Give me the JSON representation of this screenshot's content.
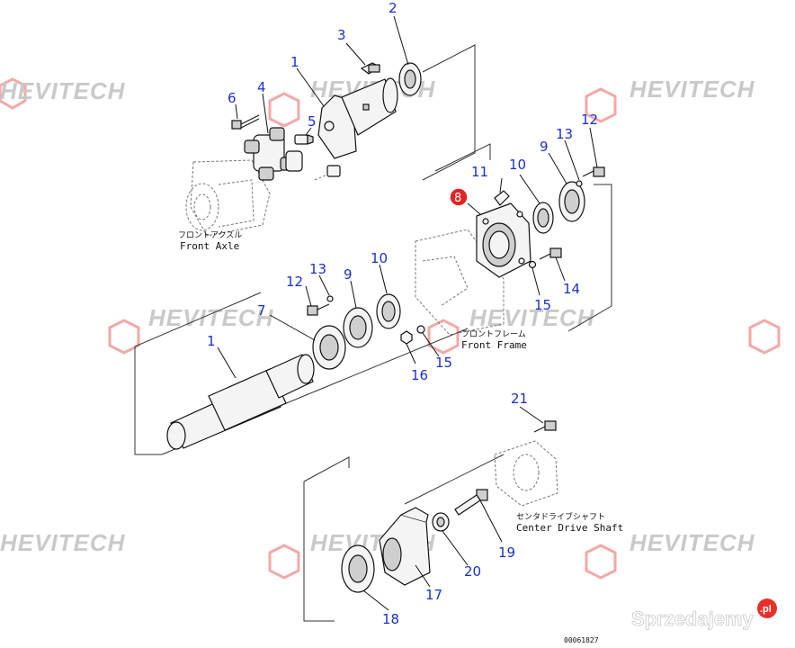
{
  "watermark": {
    "text": "HEVITECH"
  },
  "labels": {
    "l1_top": "1",
    "l2": "2",
    "l3": "3",
    "l4": "4",
    "l5": "5",
    "l6": "6",
    "l8": "8",
    "l9_right": "9",
    "l10_right": "10",
    "l11": "11",
    "l12_right": "12",
    "l13_right": "13",
    "l14": "14",
    "l15_right": "15",
    "l12_left": "12",
    "l13_left": "13",
    "l9_left": "9",
    "l10_left": "10",
    "l7": "7",
    "l1_mid": "1",
    "l16": "16",
    "l15_left": "15",
    "l21": "21",
    "l19": "19",
    "l20": "20",
    "l17": "17",
    "l18": "18"
  },
  "notes": {
    "front_axle_jp": "フロントアクスル",
    "front_axle_en": "Front Axle",
    "front_frame_jp": "フロントフレーム",
    "front_frame_en": "Front Frame",
    "center_shaft_jp": "センタドライブシャフト",
    "center_shaft_en": "Center Drive Shaft"
  },
  "drawing_code": "00061827",
  "site": {
    "name": "Sprzedajemy",
    "badge": ".pl"
  },
  "colors": {
    "callout": "#1a2fd0",
    "highlight": "#e02424",
    "logo": "#f08a8a"
  }
}
